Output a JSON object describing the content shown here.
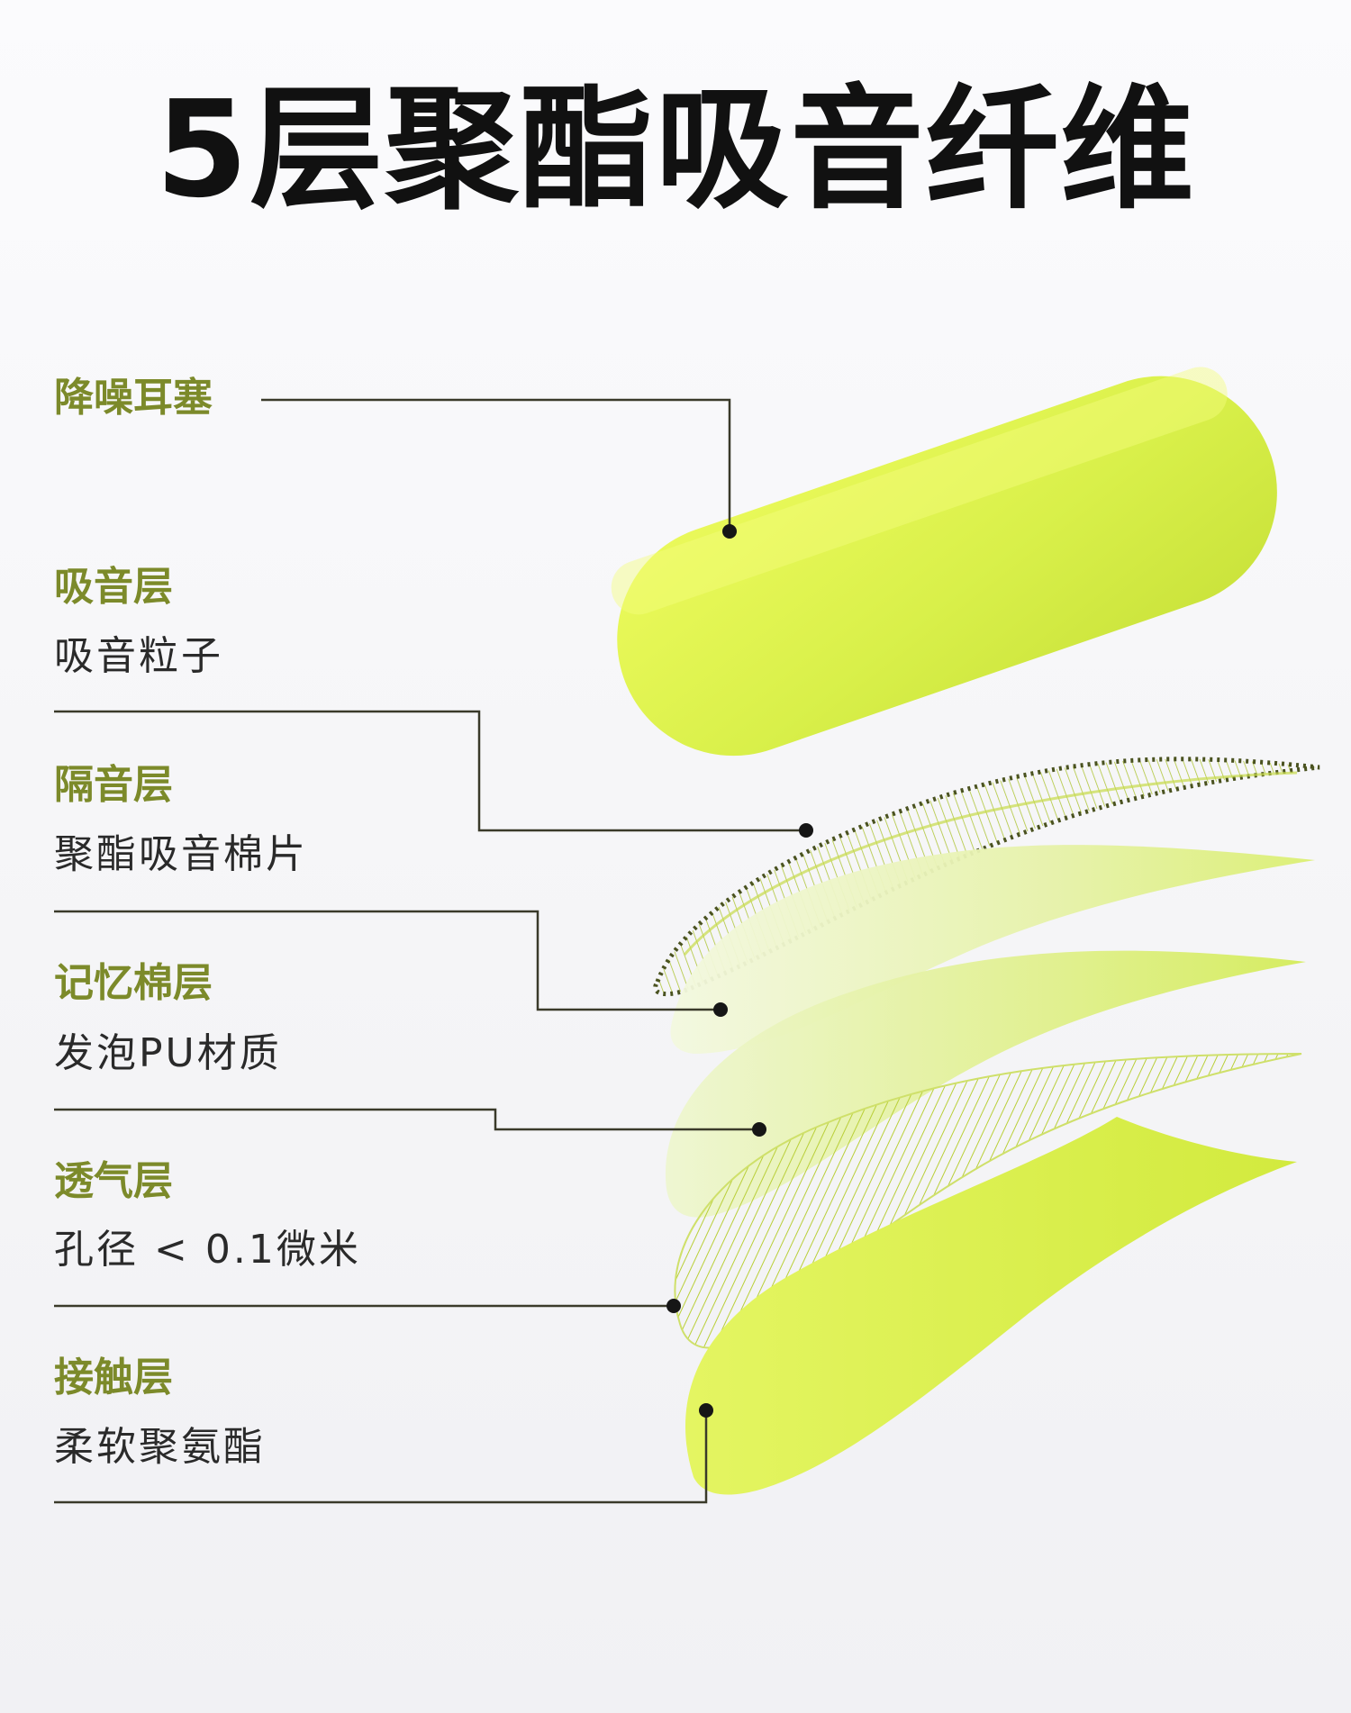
{
  "title": "5层聚酯吸音纤维",
  "colors": {
    "accent": "#7c8a2a",
    "foam": "#dcf048",
    "line": "#3a3a2a"
  },
  "layers": [
    {
      "name": "降噪耳塞",
      "desc": ""
    },
    {
      "name": "吸音层",
      "desc": "吸音粒子"
    },
    {
      "name": "隔音层",
      "desc": "聚酯吸音棉片"
    },
    {
      "name": "记忆棉层",
      "desc": "发泡PU材质"
    },
    {
      "name": "透气层",
      "desc": "孔径 < 0.1微米"
    },
    {
      "name": "接触层",
      "desc": "柔软聚氨酯"
    }
  ]
}
